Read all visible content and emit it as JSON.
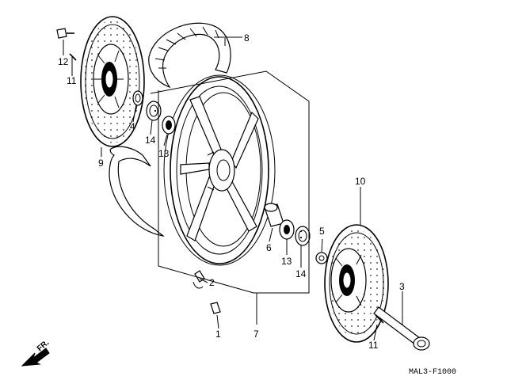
{
  "diagram": {
    "code": "MAL3-F1000",
    "direction_label": "FR.",
    "callouts": [
      {
        "id": "c1",
        "label": "1"
      },
      {
        "id": "c2",
        "label": "2"
      },
      {
        "id": "c3",
        "label": "3"
      },
      {
        "id": "c4",
        "label": "4"
      },
      {
        "id": "c5",
        "label": "5"
      },
      {
        "id": "c6",
        "label": "6"
      },
      {
        "id": "c7",
        "label": "7"
      },
      {
        "id": "c8",
        "label": "8"
      },
      {
        "id": "c9",
        "label": "9"
      },
      {
        "id": "c10",
        "label": "10"
      },
      {
        "id": "c11a",
        "label": "11"
      },
      {
        "id": "c11b",
        "label": "11"
      },
      {
        "id": "c12",
        "label": "12"
      },
      {
        "id": "c13a",
        "label": "13"
      },
      {
        "id": "c13b",
        "label": "13"
      },
      {
        "id": "c14a",
        "label": "14"
      },
      {
        "id": "c14b",
        "label": "14"
      }
    ]
  }
}
